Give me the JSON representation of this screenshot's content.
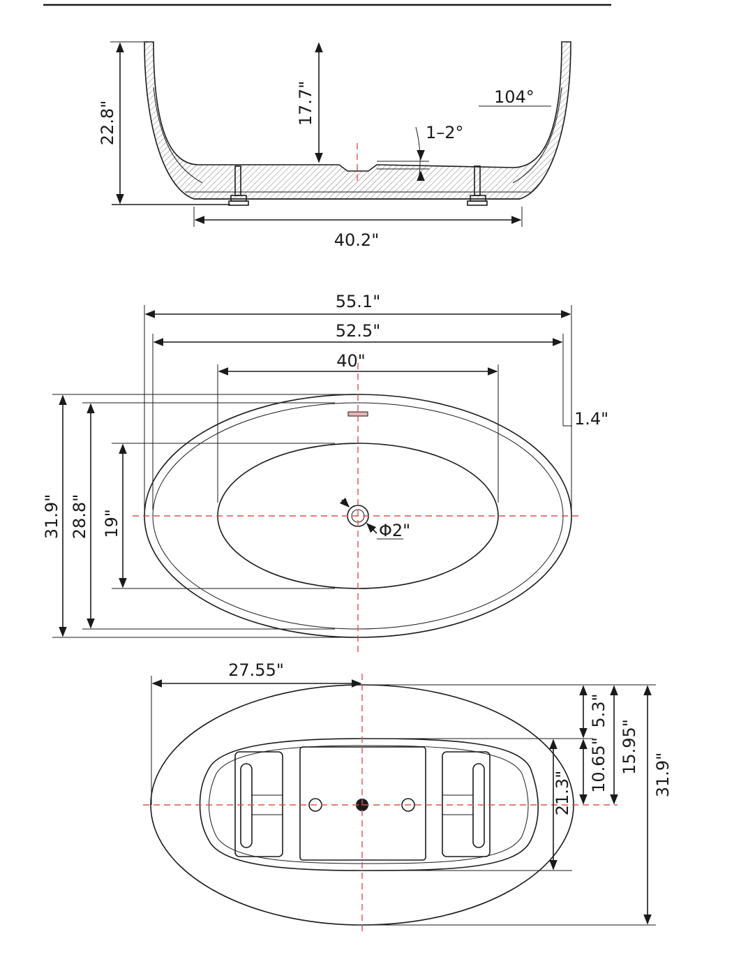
{
  "colors": {
    "line": "#1a1a1a",
    "centerline": "#d9534f",
    "background": "#ffffff"
  },
  "side_view": {
    "total_height": "22.8\"",
    "inner_depth": "17.7\"",
    "wall_angle": "104°",
    "floor_slope": "1–2°",
    "base_length": "40.2\""
  },
  "top_view": {
    "overall_length": "55.1\"",
    "rim_length": "52.5\"",
    "basin_length": "40\"",
    "rim_width_offset": "1.4\"",
    "overall_width": "31.9\"",
    "rim_width": "28.8\"",
    "basin_width": "19\"",
    "drain_diameter": "Φ2\""
  },
  "bottom_view": {
    "half_length": "27.55\"",
    "offset_a": "5.3\"",
    "offset_b": "10.65\"",
    "offset_c": "15.95\"",
    "base_width": "21.3\"",
    "overall_width": "31.9\""
  }
}
